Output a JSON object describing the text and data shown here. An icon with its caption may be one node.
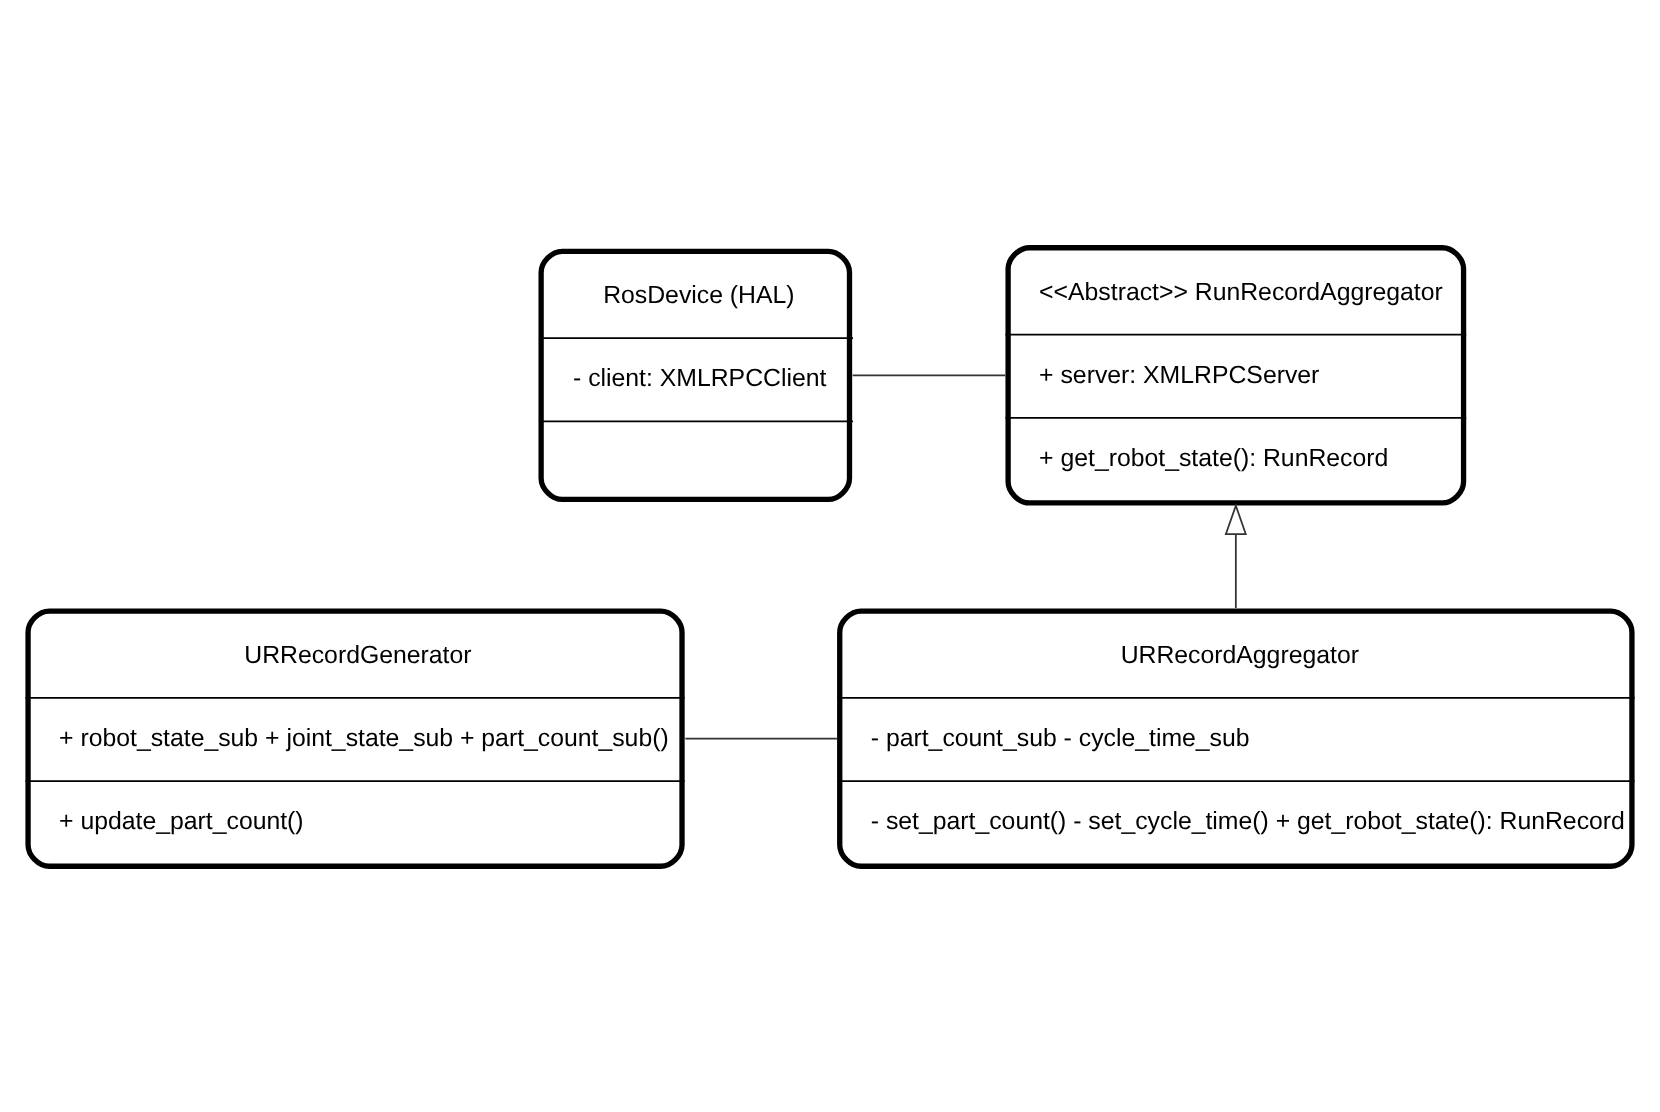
{
  "diagram": {
    "nodes": [
      {
        "text": [
          "RosDevice (HAL)",
          "- client: XMLRPCClient"
        ]
      },
      {
        "text": [
          "<<Abstract>> RunRecordAggregator",
          "+ server: XMLRPCServer",
          "+ get_robot_state(): RunRecord"
        ]
      },
      {
        "text": [
          "URRecordGenerator",
          "+ robot_state_sub + joint_state_sub + part_count_sub()",
          "+ update_part_count()"
        ]
      },
      {
        "text": [
          "URRecordAggregator",
          "- part_count_sub - cycle_time_sub",
          "- set_part_count() - set_cycle_time() + get_robot_state(): RunRecord"
        ]
      }
    ],
    "edges": [
      {
        "from": 0,
        "to": 1,
        "arrow": "none"
      },
      {
        "from": 3,
        "to": 1,
        "arrow": "to"
      },
      {
        "from": 2,
        "to": 3,
        "arrow": "none"
      }
    ]
  }
}
